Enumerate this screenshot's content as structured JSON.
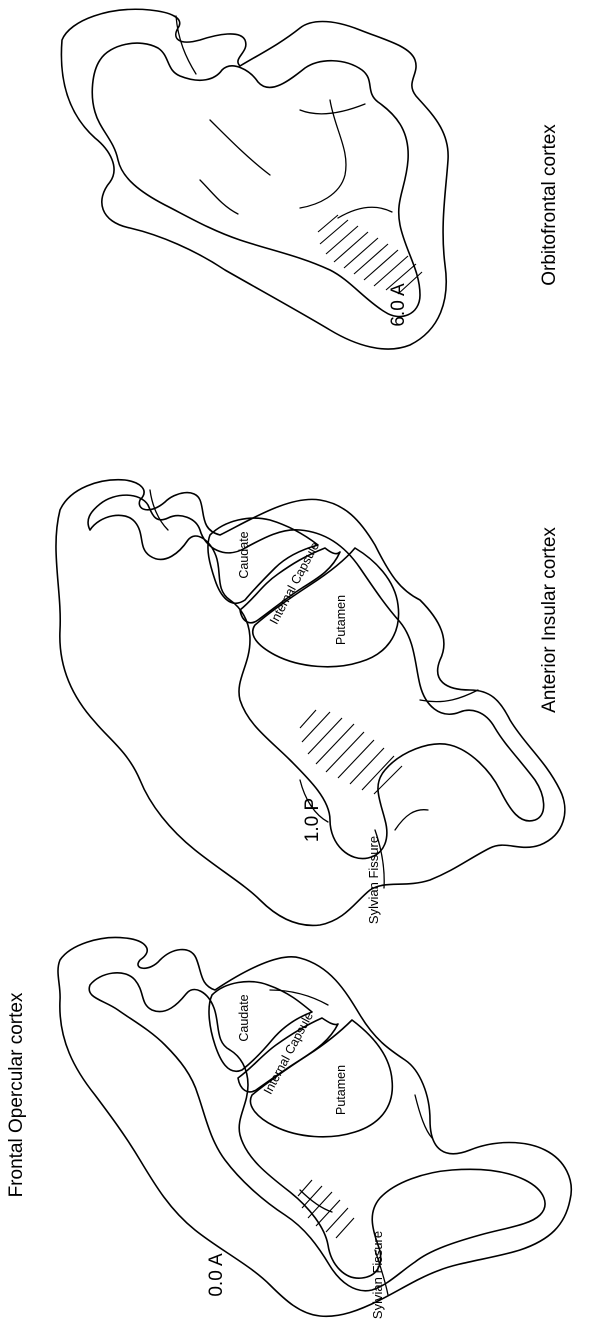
{
  "sections": [
    {
      "title": "Orbitofrontal cortex",
      "coordinate": "6.0 A"
    },
    {
      "title": "Anterior Insular cortex",
      "coordinate": "1.0 P",
      "labels": {
        "caudate": "Caudate",
        "internal_capsule": "Internal Capsule",
        "putamen": "Putamen",
        "sylvian": "Sylvian Fissure"
      }
    },
    {
      "title": "Frontal Opercular cortex",
      "coordinate": "0.0 A",
      "labels": {
        "caudate": "Caudate",
        "internal_capsule": "Internal Capsule",
        "putamen": "Putamen",
        "sylvian": "Sylvian Fissure"
      }
    }
  ]
}
